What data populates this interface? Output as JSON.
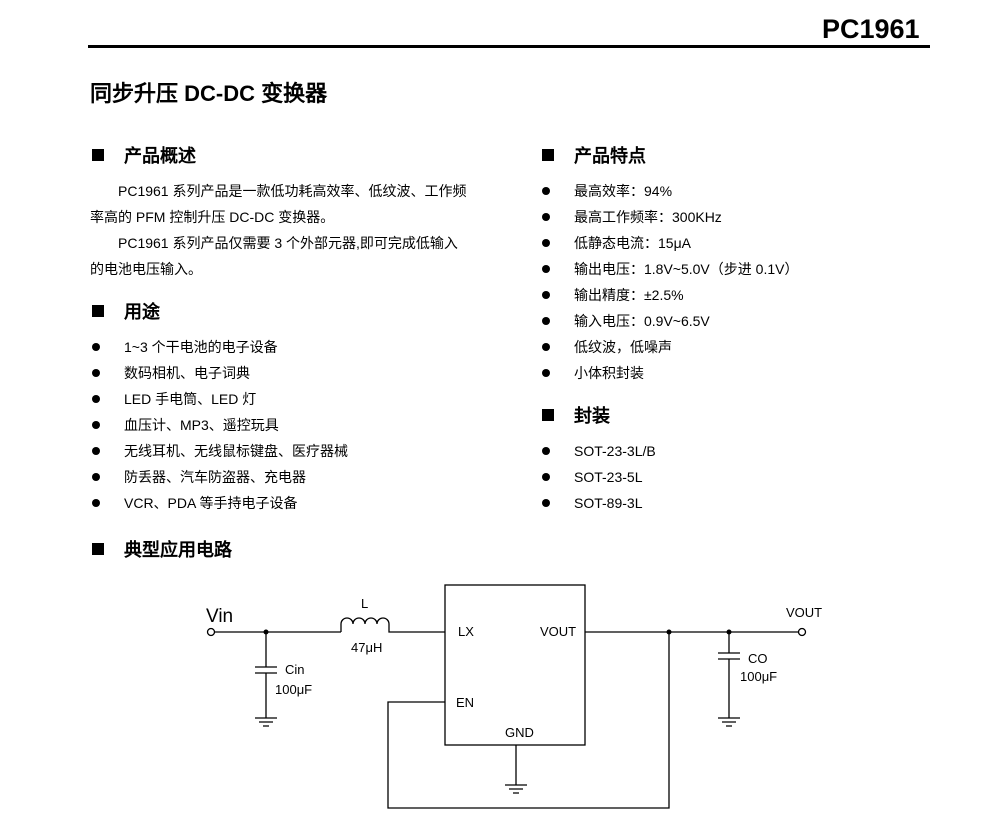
{
  "header": {
    "part_number": "PC1961",
    "title": "同步升压 DC-DC 变换器"
  },
  "overview": {
    "heading": "产品概述",
    "paragraphs": [
      "PC1961 系列产品是一款低功耗高效率、低纹波、工作频率高的 PFM 控制升压 DC-DC 变换器。",
      "PC1961 系列产品仅需要 3 个外部元器,即可完成低输入的电池电压输入。"
    ]
  },
  "applications": {
    "heading": "用途",
    "items": [
      "1~3 个干电池的电子设备",
      "数码相机、电子词典",
      "LED 手电筒、LED 灯",
      "血压计、MP3、遥控玩具",
      "无线耳机、无线鼠标键盘、医疗器械",
      "防丢器、汽车防盗器、充电器",
      "VCR、PDA 等手持电子设备"
    ]
  },
  "features": {
    "heading": "产品特点",
    "items": [
      "最高效率：94%",
      "最高工作频率：300KHz",
      "低静态电流：15μA",
      "输出电压：1.8V~5.0V（步进 0.1V）",
      "输出精度：±2.5%",
      "输入电压：0.9V~6.5V",
      "低纹波，低噪声",
      "小体积封装"
    ]
  },
  "packages": {
    "heading": "封装",
    "items": [
      "SOT-23-3L/B",
      "SOT-23-5L",
      "SOT-89-3L"
    ]
  },
  "circuit": {
    "heading": "典型应用电路",
    "vin": "Vin",
    "inductor": "L",
    "inductor_value": "47μH",
    "pin_lx": "LX",
    "pin_vout": "VOUT",
    "pin_en": "EN",
    "pin_gnd": "GND",
    "vout": "VOUT",
    "cin": "Cin",
    "cin_value": "100μF",
    "co": "CO",
    "co_value": "100μF"
  }
}
